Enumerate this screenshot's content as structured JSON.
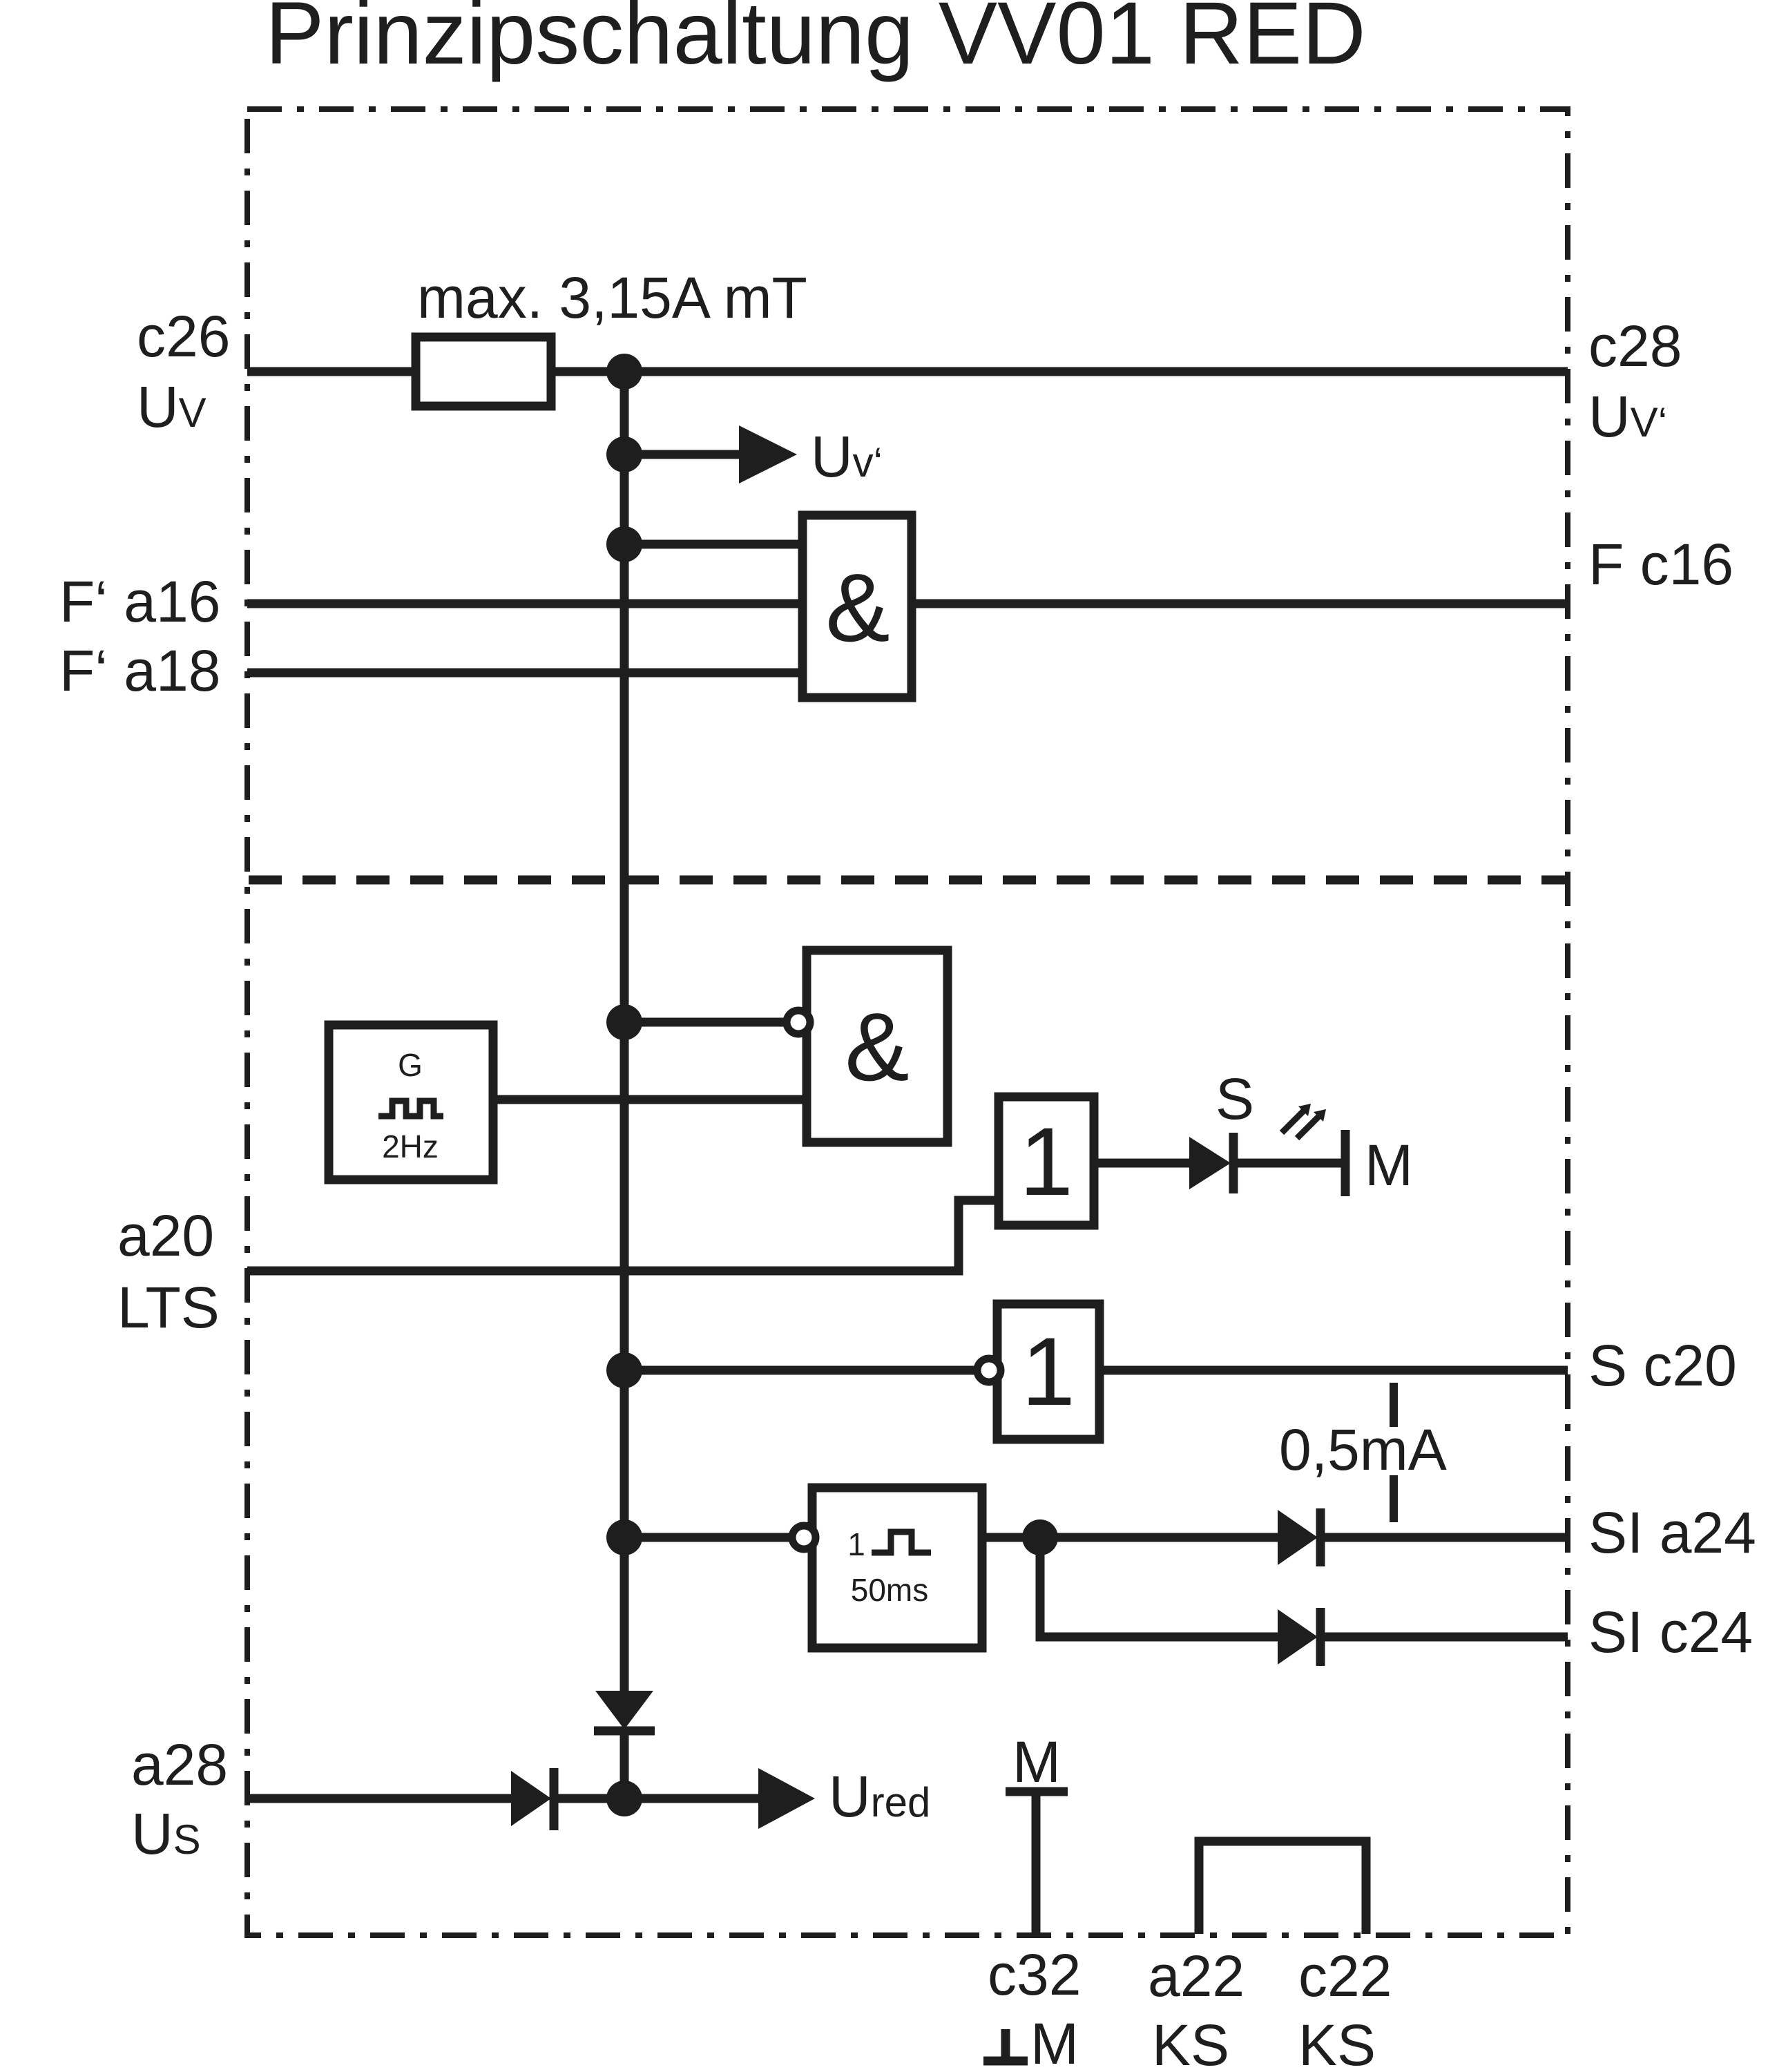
{
  "title": "Prinzipschaltung VV01 RED",
  "fuse_label": "max. 3,15A mT",
  "left_terminals": {
    "c26": "c26",
    "uv_main": "U",
    "uv_sub": "V",
    "f_a16": "F‘ a16",
    "f_a18": "F‘ a18",
    "a20": "a20",
    "lts": "LTS",
    "a28": "a28",
    "us_main": "U",
    "us_sub": "S"
  },
  "right_terminals": {
    "c28": "c28",
    "uv2_main": "U",
    "uv2_sub": "V‘",
    "f_c16": "F c16",
    "s_c20": "S c20",
    "si_a24": "SI a24",
    "si_c24": "SI c24"
  },
  "internal": {
    "uv_out_main": "U",
    "uv_out_sub": "v‘",
    "ured_main": "U",
    "ured_sub": "red",
    "current": "0,5mA",
    "led_s": "S",
    "led_m": "M",
    "bottom_m": "M"
  },
  "gates": {
    "and_top": "&",
    "and_mid": "&",
    "or_led": "1",
    "or_s": "1"
  },
  "generator": {
    "letter": "G",
    "freq": "2Hz"
  },
  "monoflop": {
    "count": "1",
    "time": "50ms"
  },
  "bottom_terminals": {
    "c32": "c32",
    "ground_m": "M",
    "a22": "a22",
    "ks_a22": "KS",
    "c22": "c22",
    "ks_c22": "KS"
  }
}
